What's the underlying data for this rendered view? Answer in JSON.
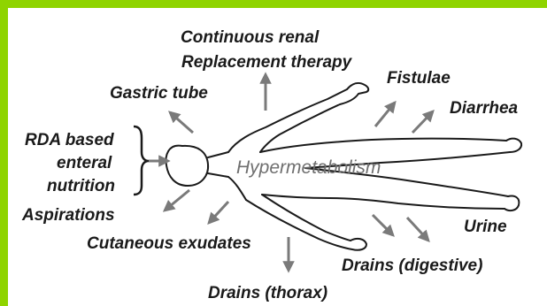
{
  "colors": {
    "accent": "#8fd400",
    "ink": "#1a1a1a",
    "arrow": "#7a7a7a",
    "center_text": "#6f6f6f"
  },
  "diagram": {
    "center_label": "Hypermetabolism",
    "labels": {
      "crrt_line1": "Continuous renal",
      "crrt_line2": "Replacement therapy",
      "gastric_tube": "Gastric tube",
      "fistulae": "Fistulae",
      "diarrhea": "Diarrhea",
      "rda_line1": "RDA based",
      "rda_line2": "enteral",
      "rda_line3": "nutrition",
      "aspirations": "Aspirations",
      "cutaneous_exudates": "Cutaneous exudates",
      "urine": "Urine",
      "drains_digestive": "Drains (digestive)",
      "drains_thorax": "Drains (thorax)"
    }
  }
}
